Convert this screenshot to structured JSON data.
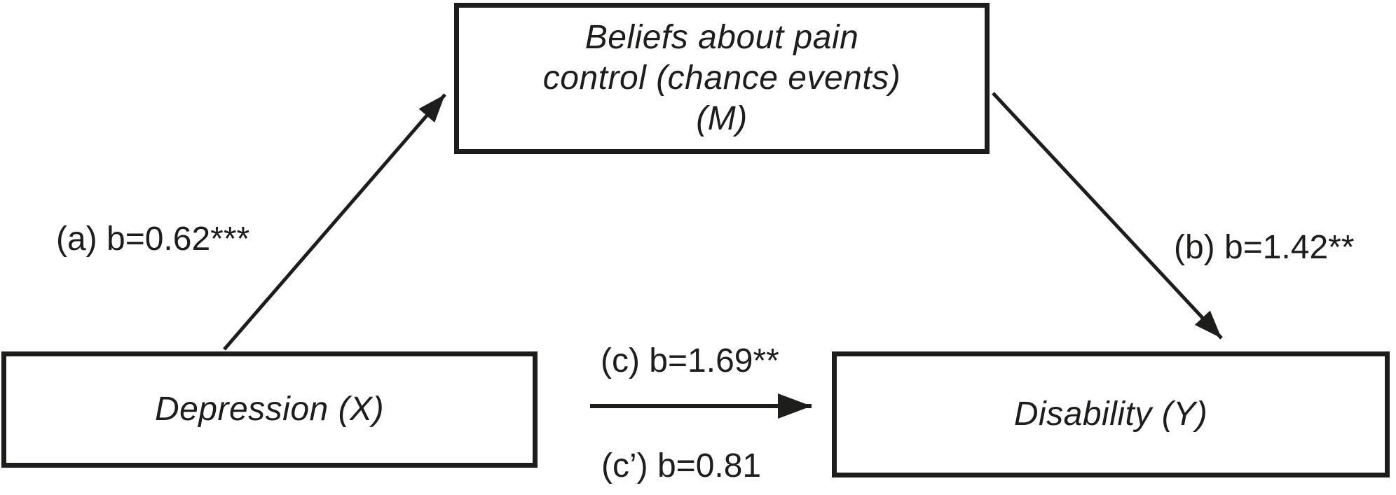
{
  "figure": {
    "type": "mediation-path-diagram",
    "colors": {
      "ink": "#1d1d1b",
      "background": "#ffffff"
    },
    "nodes": {
      "mediator": {
        "role": "M",
        "lines": [
          "Beliefs about pain",
          "control (chance events)",
          "(M)"
        ]
      },
      "predictor": {
        "role": "X",
        "label": "Depression (X)"
      },
      "outcome": {
        "role": "Y",
        "label": "Disability (Y)"
      }
    },
    "paths": {
      "a": {
        "label": "(a) b=0.62***",
        "from": "X",
        "to": "M"
      },
      "b": {
        "label": "(b) b=1.42**",
        "from": "M",
        "to": "Y"
      },
      "c": {
        "label": "(c) b=1.69**",
        "from": "X",
        "to": "Y"
      },
      "c_prime": {
        "label": "(c’) b=0.81",
        "from": "X",
        "to": "Y"
      }
    }
  }
}
